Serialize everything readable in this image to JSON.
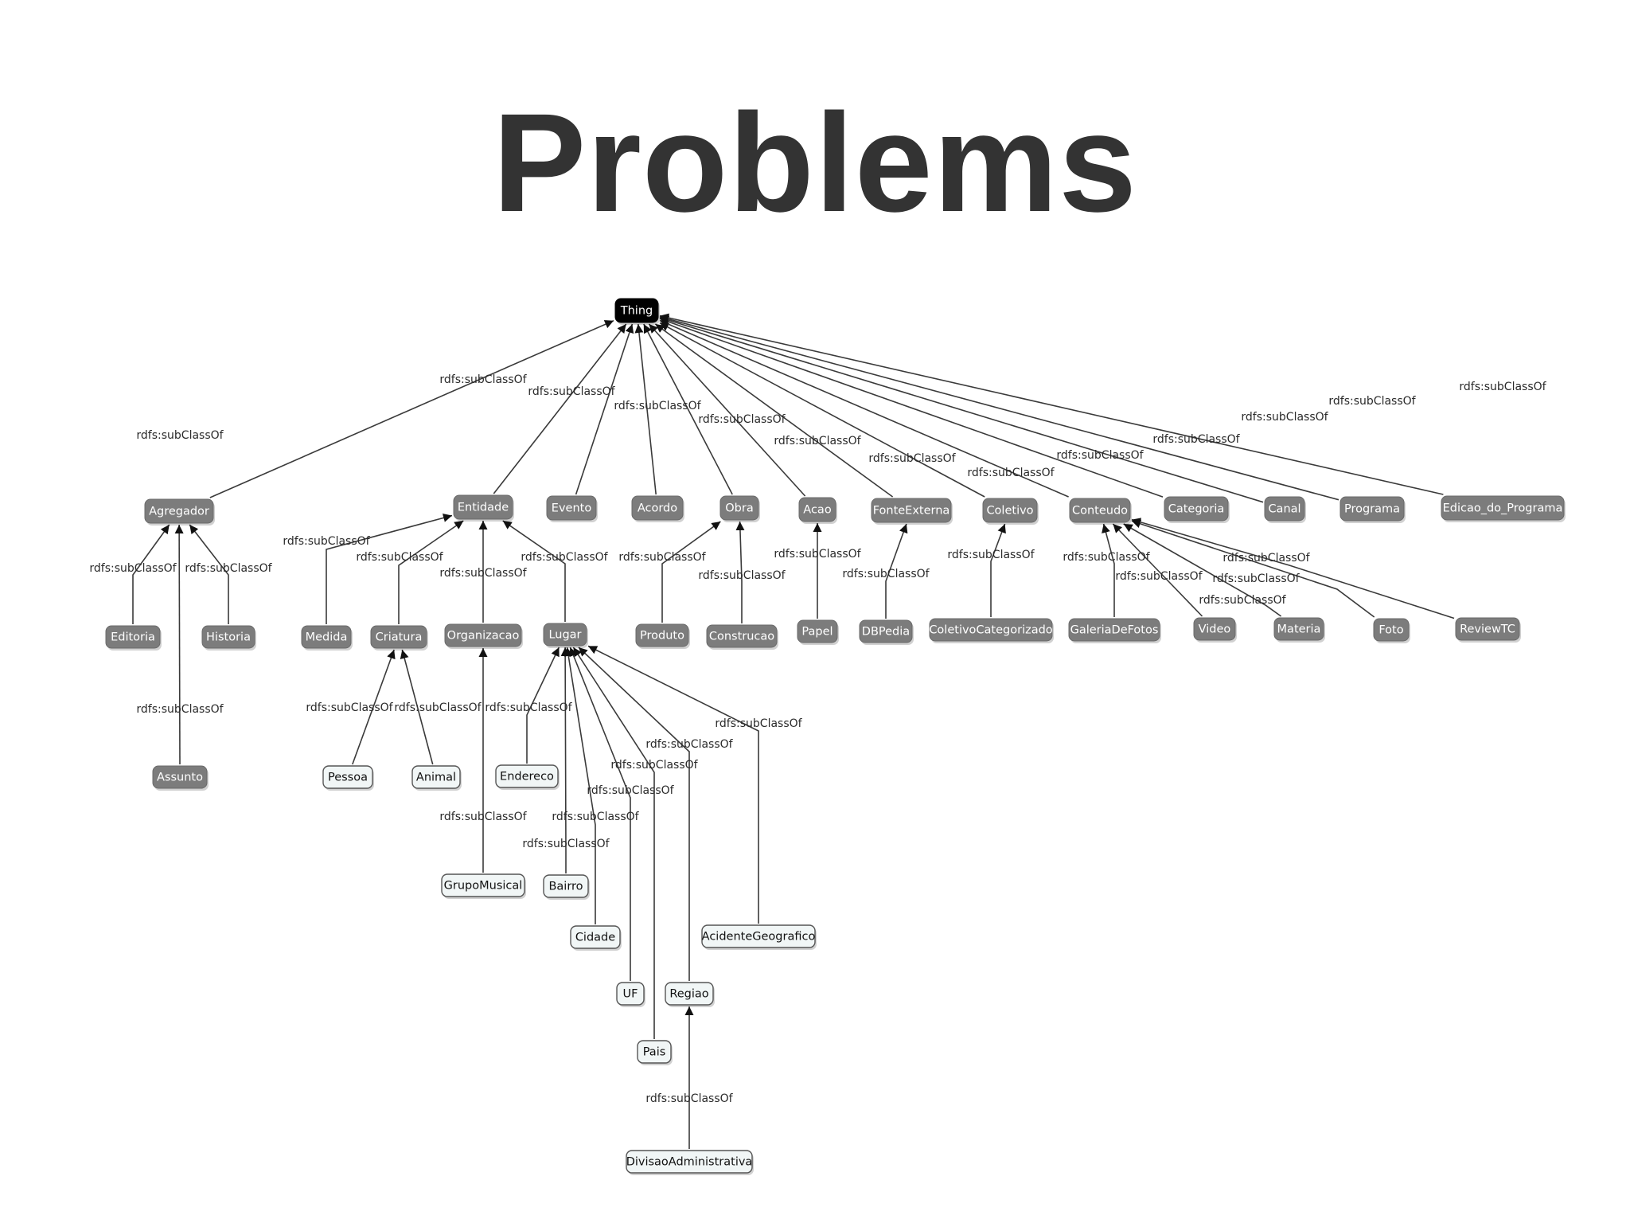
{
  "title": "Problems",
  "colors": {
    "root_fill": "#000000",
    "dark_fill": "#7c7c7c",
    "dark_text": "#ffffff",
    "light_fill": "#f1f6f6",
    "light_stroke": "#555555",
    "light_text": "#111111",
    "edge": "#3a3a3a"
  },
  "diagram": {
    "nodes": [
      {
        "id": "thing",
        "label": "Thing",
        "style": "root"
      },
      {
        "id": "agregador",
        "label": "Agregador",
        "style": "dark"
      },
      {
        "id": "entidade",
        "label": "Entidade",
        "style": "dark"
      },
      {
        "id": "evento",
        "label": "Evento",
        "style": "dark"
      },
      {
        "id": "acordo",
        "label": "Acordo",
        "style": "dark"
      },
      {
        "id": "obra",
        "label": "Obra",
        "style": "dark"
      },
      {
        "id": "acao",
        "label": "Acao",
        "style": "dark"
      },
      {
        "id": "fonteexterna",
        "label": "FonteExterna",
        "style": "dark"
      },
      {
        "id": "coletivo",
        "label": "Coletivo",
        "style": "dark"
      },
      {
        "id": "conteudo",
        "label": "Conteudo",
        "style": "dark"
      },
      {
        "id": "categoria",
        "label": "Categoria",
        "style": "dark"
      },
      {
        "id": "canal",
        "label": "Canal",
        "style": "dark"
      },
      {
        "id": "programa",
        "label": "Programa",
        "style": "dark"
      },
      {
        "id": "edicao",
        "label": "Edicao_do_Programa",
        "style": "dark"
      },
      {
        "id": "editoria",
        "label": "Editoria",
        "style": "dark"
      },
      {
        "id": "historia",
        "label": "Historia",
        "style": "dark"
      },
      {
        "id": "assunto",
        "label": "Assunto",
        "style": "dark"
      },
      {
        "id": "medida",
        "label": "Medida",
        "style": "dark"
      },
      {
        "id": "criatura",
        "label": "Criatura",
        "style": "dark"
      },
      {
        "id": "organizacao",
        "label": "Organizacao",
        "style": "dark"
      },
      {
        "id": "lugar",
        "label": "Lugar",
        "style": "dark"
      },
      {
        "id": "produto",
        "label": "Produto",
        "style": "dark"
      },
      {
        "id": "construcao",
        "label": "Construcao",
        "style": "dark"
      },
      {
        "id": "papel",
        "label": "Papel",
        "style": "dark"
      },
      {
        "id": "dbpedia",
        "label": "DBPedia",
        "style": "dark"
      },
      {
        "id": "coletivocat",
        "label": "ColetivoCategorizado",
        "style": "dark"
      },
      {
        "id": "galeria",
        "label": "GaleriaDeFotos",
        "style": "dark"
      },
      {
        "id": "video",
        "label": "Video",
        "style": "dark"
      },
      {
        "id": "materia",
        "label": "Materia",
        "style": "dark"
      },
      {
        "id": "foto",
        "label": "Foto",
        "style": "dark"
      },
      {
        "id": "reviewtc",
        "label": "ReviewTC",
        "style": "dark"
      },
      {
        "id": "pessoa",
        "label": "Pessoa",
        "style": "light"
      },
      {
        "id": "animal",
        "label": "Animal",
        "style": "light"
      },
      {
        "id": "endereco",
        "label": "Endereco",
        "style": "light"
      },
      {
        "id": "grupomusical",
        "label": "GrupoMusical",
        "style": "light"
      },
      {
        "id": "bairro",
        "label": "Bairro",
        "style": "light"
      },
      {
        "id": "cidade",
        "label": "Cidade",
        "style": "light"
      },
      {
        "id": "uf",
        "label": "UF",
        "style": "light"
      },
      {
        "id": "regiao",
        "label": "Regiao",
        "style": "light"
      },
      {
        "id": "pais",
        "label": "Pais",
        "style": "light"
      },
      {
        "id": "acidente",
        "label": "AcidenteGeografico",
        "style": "light"
      },
      {
        "id": "divisao",
        "label": "DivisaoAdministrativa",
        "style": "light"
      }
    ],
    "edges": [
      {
        "from": "agregador",
        "to": "thing",
        "label": "rdfs:subClassOf"
      },
      {
        "from": "entidade",
        "to": "thing",
        "label": "rdfs:subClassOf"
      },
      {
        "from": "evento",
        "to": "thing",
        "label": "rdfs:subClassOf"
      },
      {
        "from": "acordo",
        "to": "thing",
        "label": "rdfs:subClassOf"
      },
      {
        "from": "obra",
        "to": "thing",
        "label": "rdfs:subClassOf"
      },
      {
        "from": "acao",
        "to": "thing",
        "label": "rdfs:subClassOf"
      },
      {
        "from": "fonteexterna",
        "to": "thing",
        "label": "rdfs:subClassOf"
      },
      {
        "from": "coletivo",
        "to": "thing",
        "label": "rdfs:subClassOf"
      },
      {
        "from": "conteudo",
        "to": "thing",
        "label": "rdfs:subClassOf"
      },
      {
        "from": "categoria",
        "to": "thing",
        "label": "rdfs:subClassOf"
      },
      {
        "from": "canal",
        "to": "thing",
        "label": "rdfs:subClassOf"
      },
      {
        "from": "programa",
        "to": "thing",
        "label": "rdfs:subClassOf"
      },
      {
        "from": "edicao",
        "to": "thing",
        "label": "rdfs:subClassOf"
      },
      {
        "from": "editoria",
        "to": "agregador",
        "label": "rdfs:subClassOf"
      },
      {
        "from": "historia",
        "to": "agregador",
        "label": "rdfs:subClassOf"
      },
      {
        "from": "assunto",
        "to": "agregador",
        "label": "rdfs:subClassOf"
      },
      {
        "from": "medida",
        "to": "entidade",
        "label": "rdfs:subClassOf"
      },
      {
        "from": "criatura",
        "to": "entidade",
        "label": "rdfs:subClassOf"
      },
      {
        "from": "organizacao",
        "to": "entidade",
        "label": "rdfs:subClassOf"
      },
      {
        "from": "lugar",
        "to": "entidade",
        "label": "rdfs:subClassOf"
      },
      {
        "from": "produto",
        "to": "obra",
        "label": "rdfs:subClassOf"
      },
      {
        "from": "construcao",
        "to": "obra",
        "label": "rdfs:subClassOf"
      },
      {
        "from": "papel",
        "to": "acao",
        "label": "rdfs:subClassOf"
      },
      {
        "from": "dbpedia",
        "to": "fonteexterna",
        "label": "rdfs:subClassOf"
      },
      {
        "from": "coletivocat",
        "to": "coletivo",
        "label": "rdfs:subClassOf"
      },
      {
        "from": "galeria",
        "to": "conteudo",
        "label": "rdfs:subClassOf"
      },
      {
        "from": "video",
        "to": "conteudo",
        "label": "rdfs:subClassOf"
      },
      {
        "from": "materia",
        "to": "conteudo",
        "label": "rdfs:subClassOf"
      },
      {
        "from": "foto",
        "to": "conteudo",
        "label": "rdfs:subClassOf"
      },
      {
        "from": "reviewtc",
        "to": "conteudo",
        "label": "rdfs:subClassOf"
      },
      {
        "from": "pessoa",
        "to": "criatura",
        "label": "rdfs:subClassOf"
      },
      {
        "from": "animal",
        "to": "criatura",
        "label": "rdfs:subClassOf"
      },
      {
        "from": "grupomusical",
        "to": "organizacao",
        "label": "rdfs:subClassOf"
      },
      {
        "from": "endereco",
        "to": "lugar",
        "label": "rdfs:subClassOf"
      },
      {
        "from": "bairro",
        "to": "lugar",
        "label": "rdfs:subClassOf"
      },
      {
        "from": "cidade",
        "to": "lugar",
        "label": "rdfs:subClassOf"
      },
      {
        "from": "uf",
        "to": "lugar",
        "label": "rdfs:subClassOf"
      },
      {
        "from": "pais",
        "to": "lugar",
        "label": "rdfs:subClassOf"
      },
      {
        "from": "regiao",
        "to": "lugar",
        "label": "rdfs:subClassOf"
      },
      {
        "from": "acidente",
        "to": "lugar",
        "label": "rdfs:subClassOf"
      },
      {
        "from": "divisao",
        "to": "regiao",
        "label": "rdfs:subClassOf"
      }
    ]
  }
}
